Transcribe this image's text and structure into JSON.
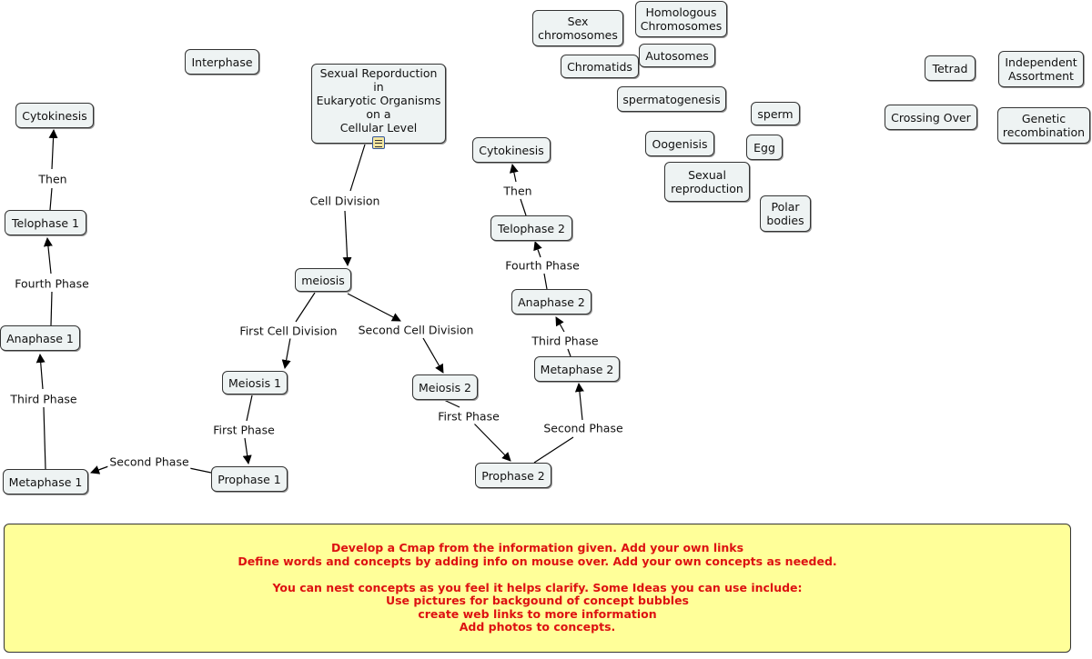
{
  "nodes": {
    "interphase": "Interphase",
    "main": "Sexual Reporduction\nin\nEukaryotic Organisms\non a\nCellular Level",
    "sex_chromosomes": "Sex\nchromosomes",
    "homologous": "Homologous\nChromosomes",
    "chromatids": "Chromatids",
    "autosomes": "Autosomes",
    "spermatogenesis": "spermatogenesis",
    "sperm": "sperm",
    "oogenisis": "Oogenisis",
    "egg": "Egg",
    "sexual_reproduction": "Sexual\nreproduction",
    "polar_bodies": "Polar\nbodies",
    "tetrad": "Tetrad",
    "independent_assortment": "Independent\nAssortment",
    "crossing_over": "Crossing Over",
    "genetic_recombination": "Genetic\nrecombination",
    "cytokinesis_1": "Cytokinesis",
    "telophase_1": "Telophase 1",
    "anaphase_1": "Anaphase 1",
    "metaphase_1": "Metaphase 1",
    "prophase_1": "Prophase 1",
    "meiosis": "meiosis",
    "meiosis_1": "Meiosis 1",
    "meiosis_2": "Meiosis 2",
    "prophase_2": "Prophase 2",
    "metaphase_2": "Metaphase 2",
    "anaphase_2": "Anaphase 2",
    "telophase_2": "Telophase 2",
    "cytokinesis_2": "Cytokinesis"
  },
  "links": {
    "cell_division": "Cell Division",
    "first_cell_division": "First Cell Division",
    "second_cell_division": "Second Cell Division",
    "first_phase_1": "First Phase",
    "second_phase_1": "Second Phase",
    "third_phase_1": "Third Phase",
    "fourth_phase_1": "Fourth Phase",
    "then_1": "Then",
    "first_phase_2": "First Phase",
    "second_phase_2": "Second Phase",
    "third_phase_2": "Third Phase",
    "fourth_phase_2": "Fourth Phase",
    "then_2": "Then"
  },
  "main_icon": "document-icon",
  "note": {
    "line1": "Develop a Cmap from the information given. Add your own links",
    "line2": "Define words and concepts by adding info on mouse over. Add your own concepts as needed.",
    "line3": "",
    "line4": "You can nest concepts as you feel it helps clarify.  Some Ideas you can use include:",
    "line5": "Use pictures for backgound of concept bubbles",
    "line6": "create web links to more information",
    "line7": "Add photos to concepts."
  },
  "colors": {
    "node_fill": "#eef3f3",
    "note_fill": "#ffff99",
    "note_text": "#dd1111"
  }
}
